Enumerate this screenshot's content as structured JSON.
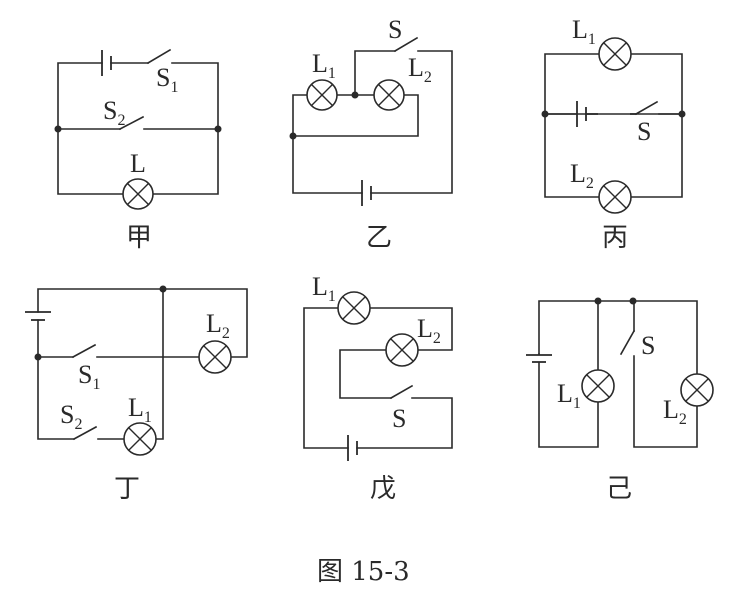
{
  "figure_caption": "图 15-3",
  "circuits": [
    {
      "id": "jia",
      "caption": "甲",
      "lamps": [
        {
          "name": "L",
          "sub": ""
        }
      ],
      "switches": [
        {
          "name": "S",
          "sub": "1"
        },
        {
          "name": "S",
          "sub": "2"
        }
      ],
      "battery": true
    },
    {
      "id": "yi",
      "caption": "乙",
      "lamps": [
        {
          "name": "L",
          "sub": "1"
        },
        {
          "name": "L",
          "sub": "2"
        }
      ],
      "switches": [
        {
          "name": "S",
          "sub": ""
        }
      ],
      "battery": true
    },
    {
      "id": "bing",
      "caption": "丙",
      "lamps": [
        {
          "name": "L",
          "sub": "1"
        },
        {
          "name": "L",
          "sub": "2"
        }
      ],
      "switches": [
        {
          "name": "S",
          "sub": ""
        }
      ],
      "battery": true
    },
    {
      "id": "ding",
      "caption": "丁",
      "lamps": [
        {
          "name": "L",
          "sub": "1"
        },
        {
          "name": "L",
          "sub": "2"
        }
      ],
      "switches": [
        {
          "name": "S",
          "sub": "1"
        },
        {
          "name": "S",
          "sub": "2"
        }
      ],
      "battery": true
    },
    {
      "id": "wu",
      "caption": "戊",
      "lamps": [
        {
          "name": "L",
          "sub": "1"
        },
        {
          "name": "L",
          "sub": "2"
        }
      ],
      "switches": [
        {
          "name": "S",
          "sub": ""
        }
      ],
      "battery": true
    },
    {
      "id": "ji",
      "caption": "己",
      "lamps": [
        {
          "name": "L",
          "sub": "1"
        },
        {
          "name": "L",
          "sub": "2"
        }
      ],
      "switches": [
        {
          "name": "S",
          "sub": ""
        }
      ],
      "battery": true
    }
  ]
}
